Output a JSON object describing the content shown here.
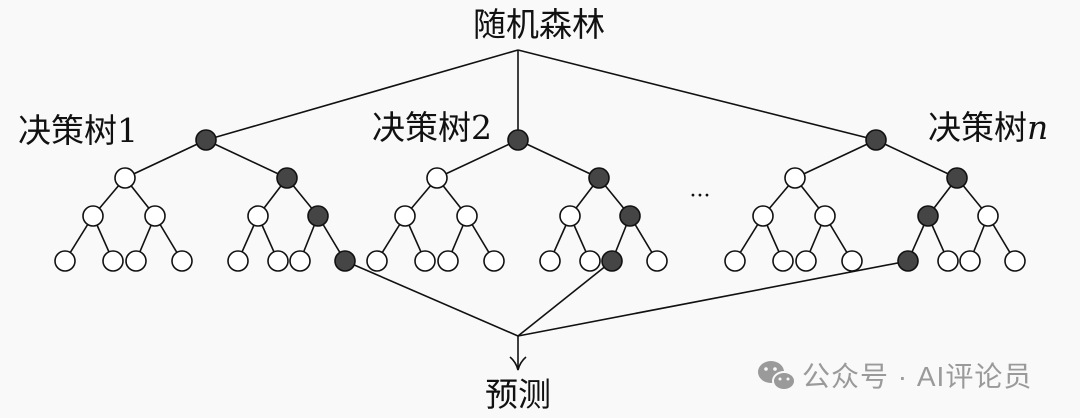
{
  "title": "随机森林",
  "trees": [
    {
      "label": "决策树",
      "index": "1",
      "decision_path": [
        1,
        1,
        1
      ]
    },
    {
      "label": "决策树",
      "index": "2",
      "decision_path": [
        1,
        1,
        0
      ]
    },
    {
      "label": "决策树",
      "index": "n",
      "decision_path": [
        1,
        0,
        0
      ]
    }
  ],
  "ellipsis": "···",
  "output_label": "预测",
  "watermark": {
    "icon": "wechat-icon",
    "text": "公众号 · AI评论员"
  },
  "colors": {
    "line": "#111111",
    "active_node": "#454545",
    "inactive_node": "#ffffff",
    "background": "#f9f9f9",
    "watermark": "#9a9a9a"
  }
}
